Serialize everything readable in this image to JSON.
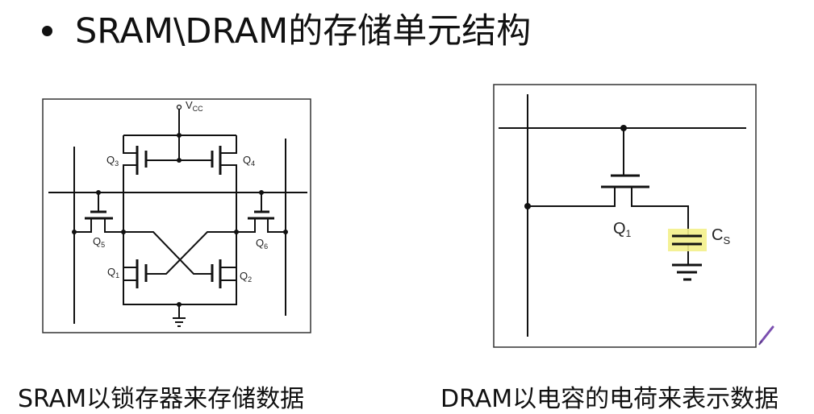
{
  "title": "SRAM\\DRAM的存储单元结构",
  "sram": {
    "caption": "SRAM以锁存器来存储数据",
    "vcc_label": "V",
    "vcc_sub": "CC",
    "transistors": [
      {
        "label": "Q",
        "sub": "3"
      },
      {
        "label": "Q",
        "sub": "4"
      },
      {
        "label": "Q",
        "sub": "5"
      },
      {
        "label": "Q",
        "sub": "6"
      },
      {
        "label": "Q",
        "sub": "1"
      },
      {
        "label": "Q",
        "sub": "2"
      }
    ]
  },
  "dram": {
    "caption": "DRAM以电容的电荷来表示数据",
    "transistor": {
      "label": "Q",
      "sub": "1"
    },
    "capacitor": {
      "label": "C",
      "sub": "S"
    },
    "highlight_color": "#f3f08a"
  },
  "annotation_color": "#7b4fb0"
}
